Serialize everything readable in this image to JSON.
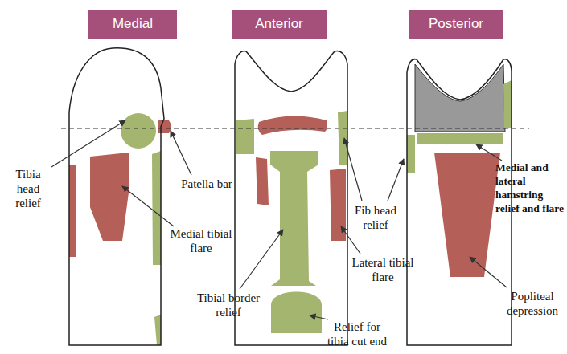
{
  "diagram": {
    "nodes": [
      {
        "text": [
          "Medial"
        ]
      },
      {
        "text": [
          "Anterior"
        ]
      },
      {
        "text": [
          "Posterior"
        ]
      }
    ],
    "labels": [
      "Tibia head relief",
      "Patella bar",
      "Medial tibial flare",
      "Tibial border relief",
      "Relief for tibia cut end",
      "Fib head relief",
      "Lateral tibial flare",
      "Medial and lateral hamstring relief and flare",
      "Popliteal depression"
    ]
  }
}
